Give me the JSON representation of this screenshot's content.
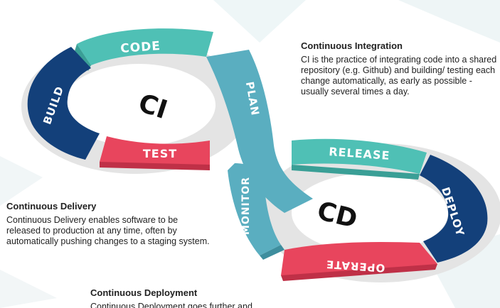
{
  "colors": {
    "teal": "#4fc0b5",
    "teal_dark": "#3a9f96",
    "navy": "#13407a",
    "navy_dark": "#0d2f5c",
    "red": "#e8455d",
    "red_dark": "#bf3047",
    "plan_teal": "#5aaec0",
    "monitor_teal": "#5aaec0",
    "rim": "#e9e9e9",
    "rim_shadow": "#cfcfcf"
  },
  "segments": {
    "code": "CODE",
    "build": "BUILD",
    "test": "TEST",
    "plan": "PLAN",
    "monitor": "MONITOR",
    "release": "RELEASE",
    "deploy": "DEPLOY",
    "operate": "OPERATE"
  },
  "hubs": {
    "ci": "CI",
    "cd": "CD"
  },
  "continuous_integration": {
    "title": "Continuous Integration",
    "body": "CI is the practice of integrating code into a shared repository (e.g. Github) and building/ testing each change automatically, as early as possible - usually several times a day."
  },
  "continuous_delivery": {
    "title": "Continuous Delivery",
    "body": "Continuous Delivery enables software to be released to production at any time, often by automatically pushing changes to a staging system."
  },
  "continuous_deployment": {
    "title": "Continuous Deployment",
    "body": "Continuous Deployment goes further and"
  }
}
